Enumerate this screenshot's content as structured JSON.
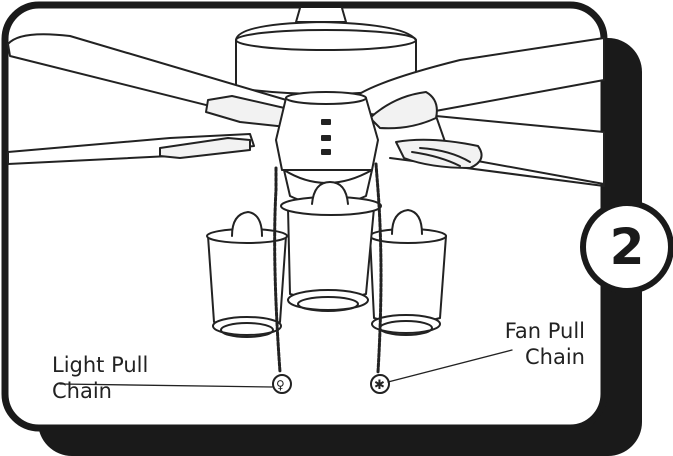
{
  "step": {
    "number": "2"
  },
  "callouts": {
    "light_pull_chain": {
      "line1": "Light Pull",
      "line2": "Chain"
    },
    "fan_pull_chain": {
      "line1": "Fan Pull",
      "line2": "Chain"
    }
  },
  "colors": {
    "shadow": "#1a1a1a",
    "frame_border": "#1a1a1a",
    "line_art": "#222222",
    "background": "#ffffff"
  }
}
